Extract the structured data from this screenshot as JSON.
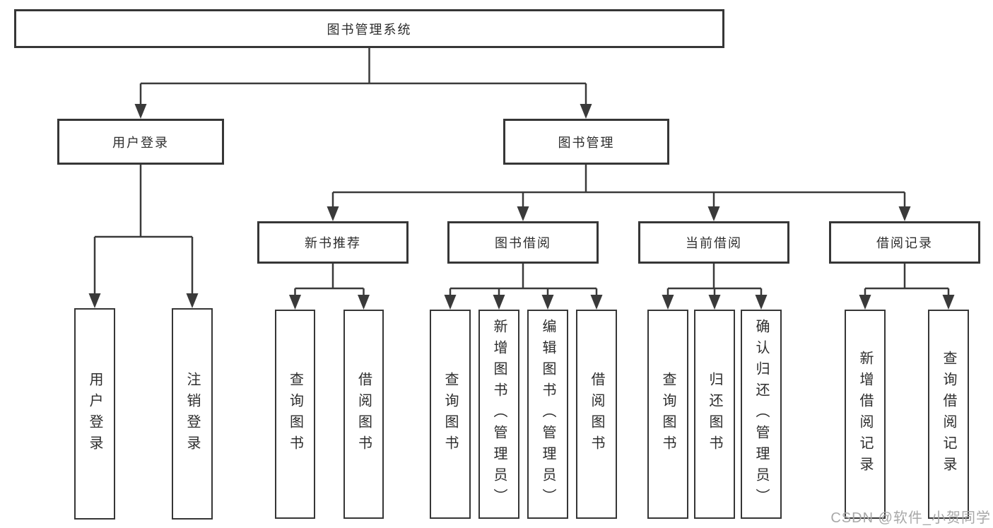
{
  "colors": {
    "background": "#ffffff",
    "line": "#3a3a3a",
    "box_border": "#363636",
    "text": "#2d2d2d",
    "watermark": "#a8a8a8"
  },
  "diagram": {
    "root": {
      "label": "图书管理系统"
    },
    "branches": [
      {
        "label": "用户登录",
        "leaves": [
          {
            "label": "用户登录"
          },
          {
            "label": "注销登录"
          }
        ]
      },
      {
        "label": "图书管理",
        "groups": [
          {
            "label": "新书推荐",
            "leaves": [
              {
                "label": "查询图书"
              },
              {
                "label": "借阅图书"
              }
            ]
          },
          {
            "label": "图书借阅",
            "leaves": [
              {
                "label": "查询图书"
              },
              {
                "label": "新增图书（管理员）"
              },
              {
                "label": "编辑图书（管理员）"
              },
              {
                "label": "借阅图书"
              }
            ]
          },
          {
            "label": "当前借阅",
            "leaves": [
              {
                "label": "查询图书"
              },
              {
                "label": "归还图书"
              },
              {
                "label": "确认归还（管理员）"
              }
            ]
          },
          {
            "label": "借阅记录",
            "leaves": [
              {
                "label": "新增借阅记录"
              },
              {
                "label": "查询借阅记录"
              }
            ]
          }
        ]
      }
    ]
  },
  "watermark": {
    "text": "CSDN @软件_小贺同学"
  }
}
